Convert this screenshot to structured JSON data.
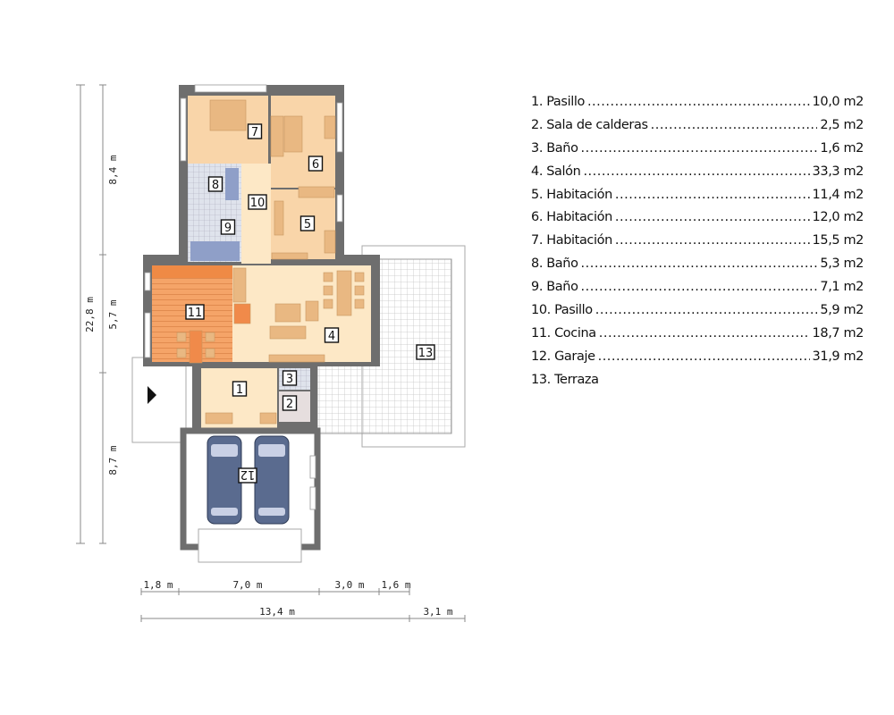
{
  "rooms": [
    {
      "num": "1",
      "name": "1. Pasillo",
      "area": "10,0 m2"
    },
    {
      "num": "2",
      "name": "2. Sala de calderas",
      "area": "2,5 m2"
    },
    {
      "num": "3",
      "name": "3. Baño",
      "area": "1,6 m2"
    },
    {
      "num": "4",
      "name": "4. Salón",
      "area": "33,3 m2"
    },
    {
      "num": "5",
      "name": "5. Habitación",
      "area": "11,4 m2"
    },
    {
      "num": "6",
      "name": "6. Habitación",
      "area": "12,0 m2"
    },
    {
      "num": "7",
      "name": "7. Habitación",
      "area": "15,5 m2"
    },
    {
      "num": "8",
      "name": "8. Baño",
      "area": "5,3 m2"
    },
    {
      "num": "9",
      "name": "9. Baño",
      "area": "7,1 m2"
    },
    {
      "num": "10",
      "name": "10. Pasillo",
      "area": "5,9 m2"
    },
    {
      "num": "11",
      "name": "11. Cocina",
      "area": "18,7 m2"
    },
    {
      "num": "12",
      "name": "12. Garaje",
      "area": "31,9 m2"
    },
    {
      "num": "13",
      "name": "13. Terraza",
      "area": ""
    }
  ],
  "dimensions": {
    "vertical_total": "22,8 m",
    "vertical": [
      "8,4 m",
      "5,7 m",
      "8,7 m"
    ],
    "horizontal": [
      "1,8 m",
      "7,0 m",
      "3,0 m",
      "1,6 m"
    ],
    "horizontal_total": [
      "13,4 m",
      "3,1 m"
    ]
  },
  "colors": {
    "wall": "#6e6e6e",
    "bedroom": "#f9d5a9",
    "corridor": "#fde8c6",
    "kitchen": "#f29a5c",
    "bath": "#c9d1e2",
    "car": "#5a6b8f"
  }
}
